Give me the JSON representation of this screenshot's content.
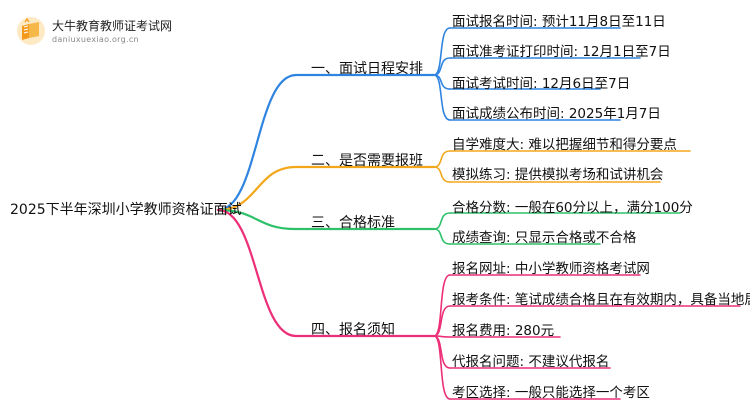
{
  "logo": {
    "title": "大牛教育教师证考试网",
    "url": "daniuxuexiao.org.cn",
    "icon": "book-icon"
  },
  "root": "2025下半年深圳小学教师资格证面试",
  "branches": [
    {
      "label": "一、面试日程安排",
      "color": "#2f84e0",
      "leaves": [
        "面试报名时间: 预计11月8日至11日",
        "面试准考证打印时间: 12月1日至7日",
        "面试考试时间: 12月6日至7日",
        "面试成绩公布时间: 2025年1月7日"
      ]
    },
    {
      "label": "二、是否需要报班",
      "color": "#f2a71b",
      "leaves": [
        "自学难度大: 难以把握细节和得分要点",
        "模拟练习: 提供模拟考场和试讲机会"
      ]
    },
    {
      "label": "三、合格标准",
      "color": "#2fc06a",
      "leaves": [
        "合格分数: 一般在60分以上，满分100分",
        "成绩查询: 只显示合格或不合格"
      ]
    },
    {
      "label": "四、报名须知",
      "color": "#ec2f78",
      "leaves": [
        "报名网址: 中小学教师资格考试网",
        "报考条件: 笔试成绩合格且在有效期内，具备当地居住证",
        "报名费用: 280元",
        "代报名问题: 不建议代报名",
        "考区选择: 一般只能选择一个考区"
      ]
    }
  ]
}
